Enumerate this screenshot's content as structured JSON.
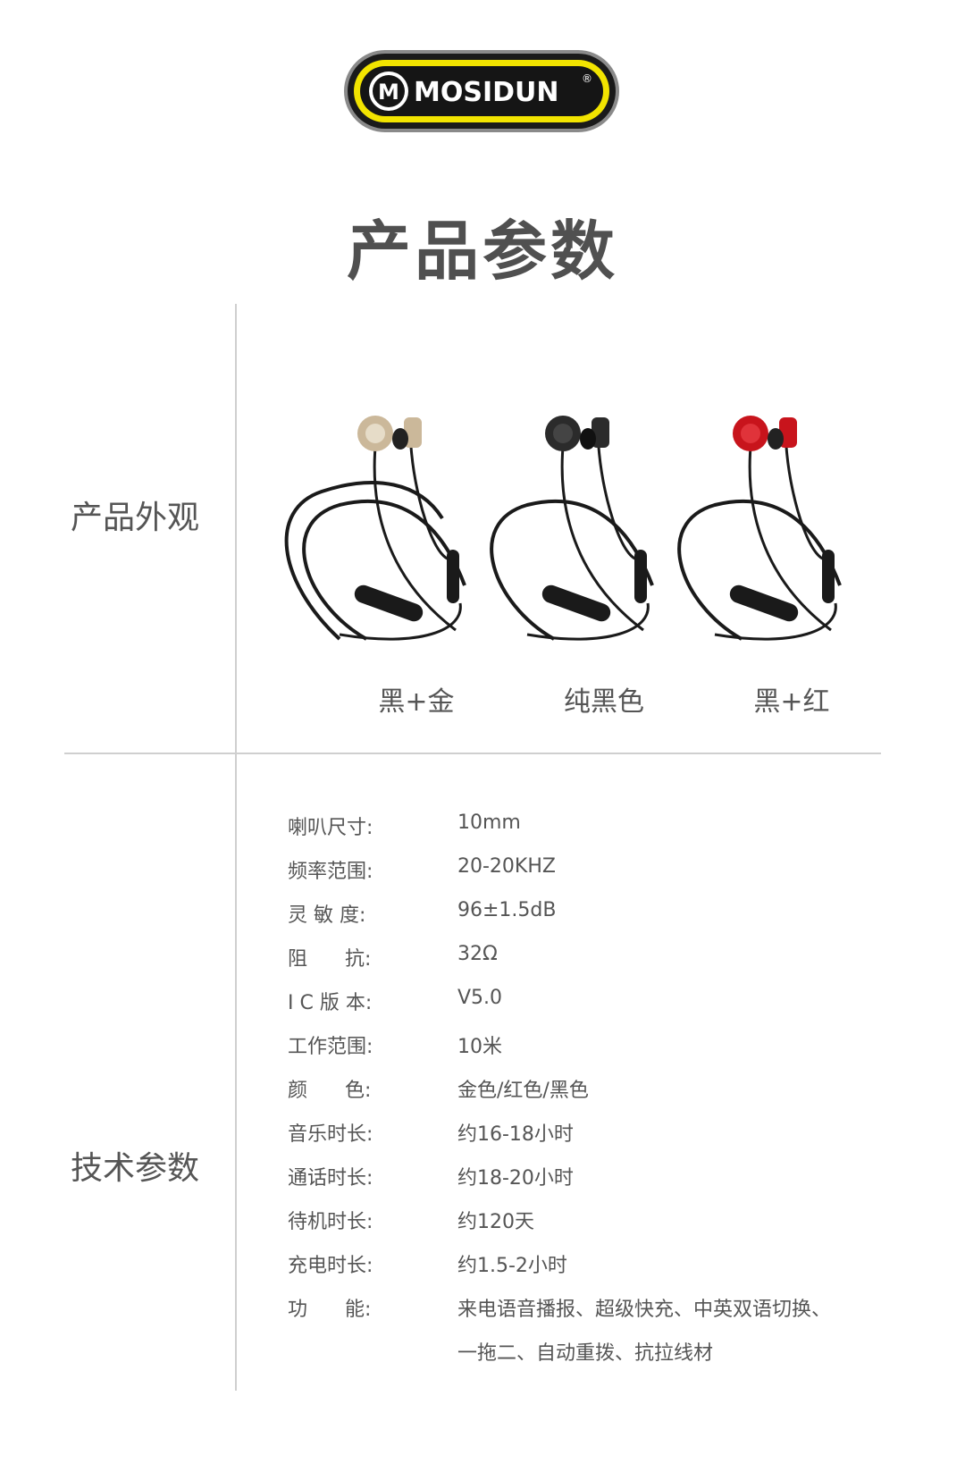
{
  "brand": {
    "name": "MOSIDUN",
    "mark": "M",
    "registered": "®"
  },
  "page": {
    "title": "产品参数"
  },
  "appearance": {
    "label": "产品外观",
    "variants": [
      {
        "label": "黑+金",
        "accent": "#cbb89a"
      },
      {
        "label": "纯黑色",
        "accent": "#2b2b2b"
      },
      {
        "label": "黑+红",
        "accent": "#c8141c"
      }
    ]
  },
  "specs": {
    "label": "技术参数",
    "rows": [
      {
        "key": "喇叭尺寸:",
        "value": "10mm"
      },
      {
        "key": "频率范围:",
        "value": "20-20KHZ"
      },
      {
        "key": "灵 敏 度:",
        "value": "96±1.5dB"
      },
      {
        "key": "阻      抗:",
        "value": "32Ω"
      },
      {
        "key": "I C 版 本:",
        "value": "V5.0"
      },
      {
        "key": "工作范围:",
        "value": "10米"
      },
      {
        "key": "颜      色:",
        "value": "金色/红色/黑色"
      },
      {
        "key": "音乐时长:",
        "value": "约16-18小时"
      },
      {
        "key": "通话时长:",
        "value": "约18-20小时"
      },
      {
        "key": "待机时长:",
        "value": "约120天"
      },
      {
        "key": "充电时长:",
        "value": "约1.5-2小时"
      },
      {
        "key": "功      能:",
        "value": "来电语音播报、超级快充、中英双语切换、"
      },
      {
        "key": "",
        "value": "一拖二、自动重拨、抗拉线材"
      }
    ]
  },
  "colors": {
    "logo_yellow": "#f2e400",
    "logo_black": "#1a1a1a",
    "line": "#cfcfcf"
  }
}
